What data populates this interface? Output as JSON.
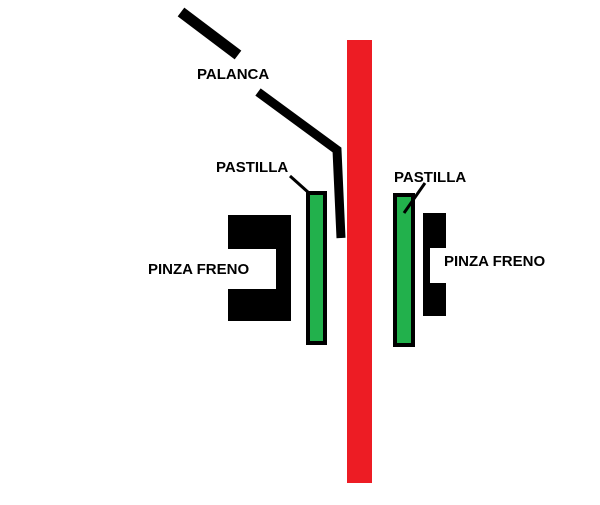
{
  "labels": {
    "lever": "PALANCA",
    "pad_left": "PASTILLA",
    "pad_right": "PASTILLA",
    "caliper_left": "PINZA FRENO",
    "caliper_right": "PINZA FRENO"
  },
  "colors": {
    "disc": "#ed1c24",
    "pad": "#22b14c",
    "outline": "#000000"
  }
}
